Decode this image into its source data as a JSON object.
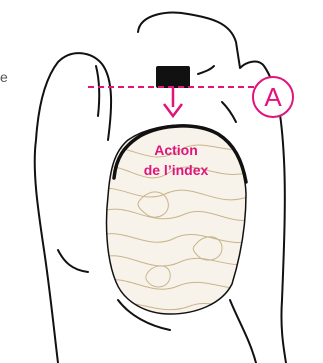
{
  "labels": {
    "edge_fragment": "e",
    "callout_letter": "A",
    "action_line1": "Action",
    "action_line2": "de l’index"
  },
  "colors": {
    "accent": "#e0147a",
    "outline": "#111111",
    "pattern_stroke": "#c9b48a",
    "oval_fill": "#f7f3ea",
    "sensor": "#111111"
  }
}
